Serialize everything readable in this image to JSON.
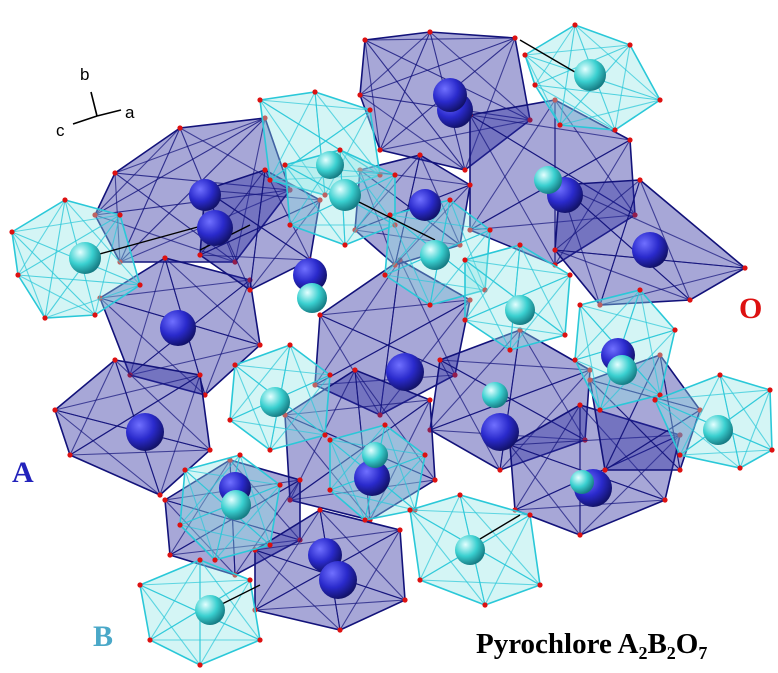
{
  "labels": {
    "oxygen": "O",
    "a_site": "A",
    "b_site": "B"
  },
  "title": {
    "prefix": "Pyrochlore A",
    "sub_a": "2",
    "mid_b": "B",
    "sub_b": "2",
    "mid_o": "O",
    "sub_o": "7"
  },
  "axes": {
    "a": "a",
    "b": "b",
    "c": "c"
  },
  "colors": {
    "a_polyhedron_fill": "#2e2ea0",
    "a_polyhedron_edge": "#12127a",
    "a_atom": "#2a2acc",
    "b_polyhedron_fill": "#8fe6e6",
    "b_polyhedron_edge": "#2ac8d8",
    "b_atom": "#3ad0d0",
    "oxygen": "#dd1111"
  }
}
